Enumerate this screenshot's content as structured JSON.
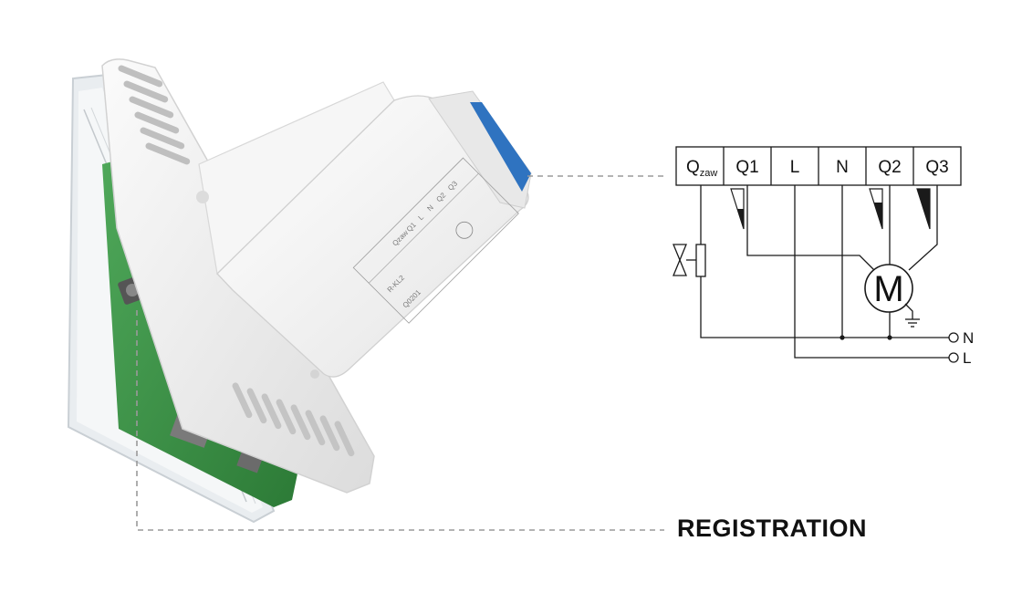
{
  "terminals": [
    {
      "id": "qzaw",
      "main": "Q",
      "sub": "zaw"
    },
    {
      "id": "q1",
      "main": "Q1",
      "sub": ""
    },
    {
      "id": "l",
      "main": "L",
      "sub": ""
    },
    {
      "id": "n",
      "main": "N",
      "sub": ""
    },
    {
      "id": "q2",
      "main": "Q2",
      "sub": ""
    },
    {
      "id": "q3",
      "main": "Q3",
      "sub": ""
    }
  ],
  "motor_label": "M",
  "supply": {
    "n": "N",
    "l": "L"
  },
  "device": {
    "model": "R-KL2",
    "serial": "Q0201",
    "terminal_strip": [
      "Qzaw",
      "Q1",
      "L",
      "N",
      "Q2",
      "Q3"
    ]
  },
  "callout": {
    "label": "REGISTRATION"
  },
  "colors": {
    "line": "#1a1a1a",
    "leader": "#9a9a9a",
    "housing": "#efefef",
    "pcb": "#3c8f46",
    "connector": "#2f73c0"
  }
}
